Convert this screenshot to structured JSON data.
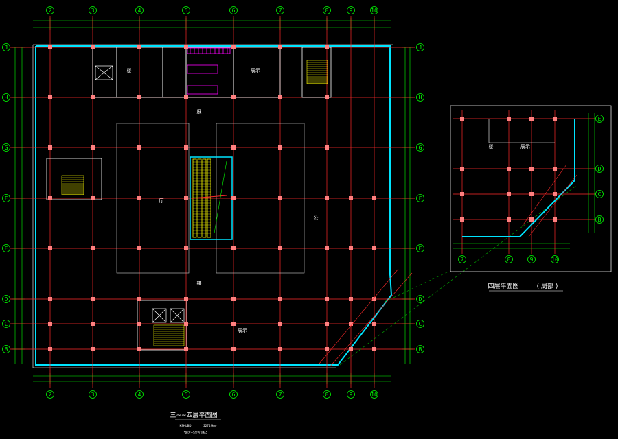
{
  "colors": {
    "background": "#000000",
    "grid_axis": "#ff2a2a",
    "bubble": "#00ff00",
    "column": "#ff8080",
    "wall": "#ffffff",
    "facade": "#00e5ff",
    "stair": "#ffff00",
    "dimension": "#00ff00",
    "toilet": "#ff00ff",
    "void": "#cfcfcf",
    "leader": "#00a000"
  },
  "grid": {
    "main_columns": [
      "2",
      "3",
      "4",
      "5",
      "6",
      "7",
      "8",
      "9",
      "10"
    ],
    "main_rows": [
      "J",
      "H",
      "G",
      "F",
      "E",
      "D",
      "C",
      "B"
    ],
    "detail_columns": [
      "7",
      "8",
      "9",
      "10"
    ],
    "detail_rows": [
      "E",
      "D",
      "C",
      "B"
    ]
  },
  "main_plan": {
    "title": "三~~四层平面图",
    "subtitle_1": "KSHUBD",
    "subtitle_2": "2275.9m²",
    "note": "*地方~S型方向标5"
  },
  "detail_plan": {
    "title": "四层平面图",
    "suffix": "( 局部 )"
  },
  "room_labels": [
    "楼",
    "展示",
    "展",
    "厅",
    "公"
  ]
}
